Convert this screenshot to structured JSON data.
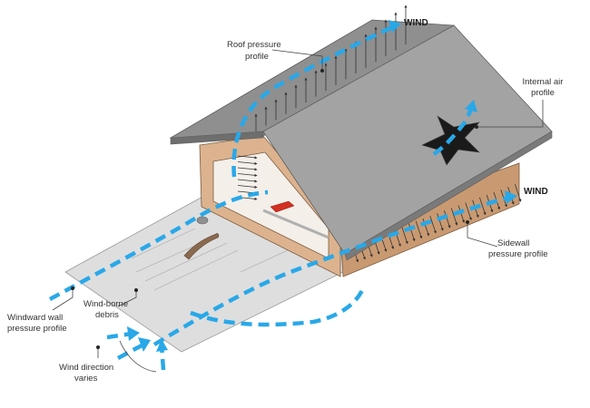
{
  "colors": {
    "wind": "#29a8e8",
    "roof": "#a3a3a3",
    "roof_shadow": "#8c8c8c",
    "wall": "#dcb38e",
    "wall_dark": "#c99a72",
    "ground": "#dedede",
    "debris": "#8a6a4e",
    "hole": "#1a1a1a",
    "red_debris": "#d23020"
  },
  "labels": {
    "wind_top": "WIND",
    "wind_right": "WIND",
    "roof_pressure_1": "Roof pressure",
    "roof_pressure_2": "profile",
    "internal_air_1": "Internal air",
    "internal_air_2": "profile",
    "sidewall_1": "Sidewall",
    "sidewall_2": "pressure profile",
    "windward_1": "Windward wall",
    "windward_2": "pressure profile",
    "debris_1": "Wind-borne",
    "debris_2": "debris",
    "direction_1": "Wind direction",
    "direction_2": "varies"
  }
}
